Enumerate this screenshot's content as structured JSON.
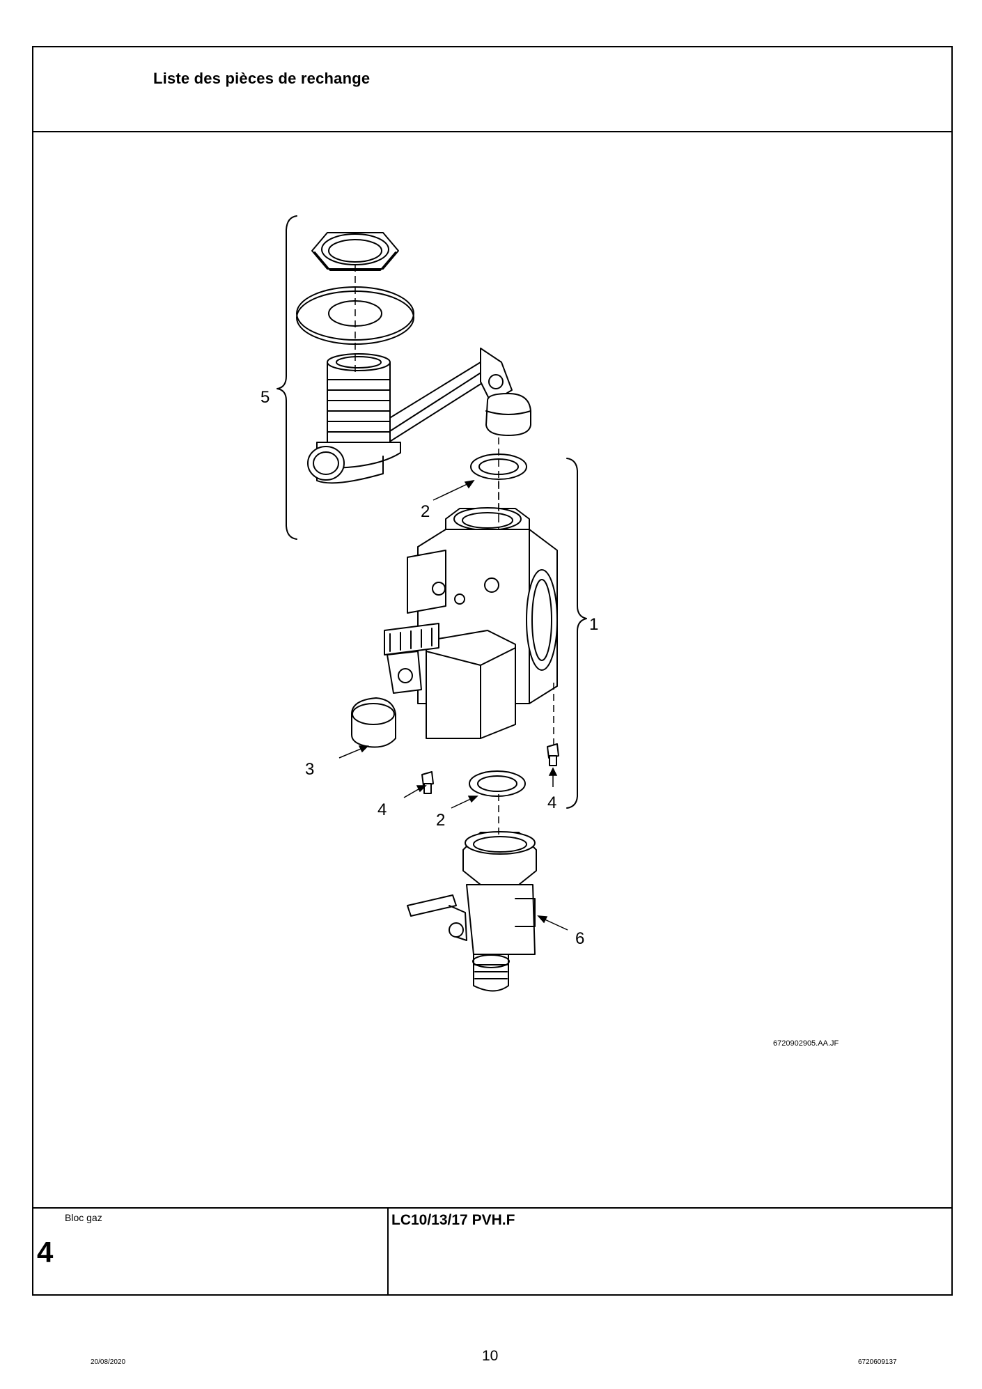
{
  "header": {
    "title": "Liste des pièces de rechange"
  },
  "drawing": {
    "reference": "6720902905.AA.JF",
    "callouts": [
      {
        "label": "5"
      },
      {
        "label": "2"
      },
      {
        "label": "1"
      },
      {
        "label": "3"
      },
      {
        "label": "4"
      },
      {
        "label": "2"
      },
      {
        "label": "4"
      },
      {
        "label": "6"
      }
    ]
  },
  "footer": {
    "section_label": "Bloc gaz",
    "section_number": "4",
    "model": "LC10/13/17 PVH.F",
    "date": "20/08/2020",
    "page": "10",
    "doc_number": "6720609137"
  }
}
